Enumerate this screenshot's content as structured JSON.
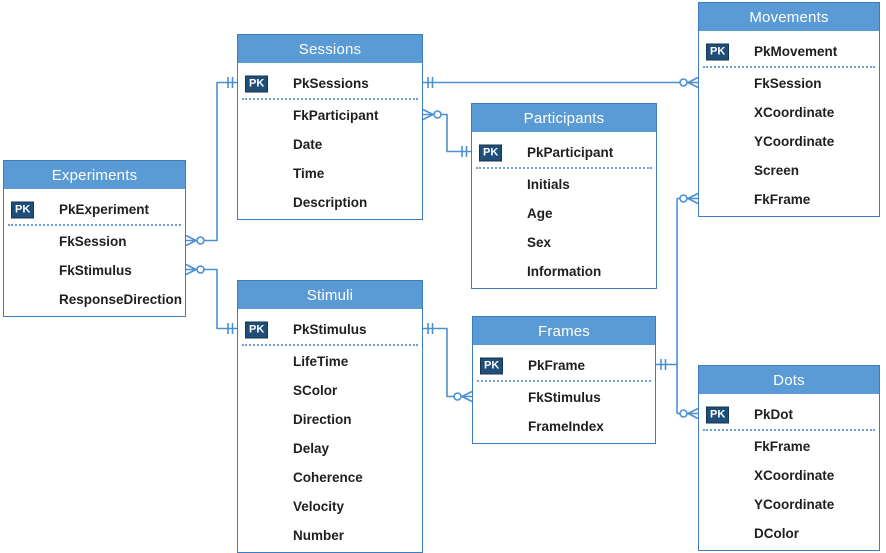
{
  "pk_badge_label": "PK",
  "colors": {
    "header": "#5B9BD5",
    "border": "#3E7CBE",
    "line": "#4A90D5",
    "pk_badge": "#1F4E79",
    "separator": "#6FA0D6",
    "field_text": "#1f1f1f"
  },
  "tables": {
    "experiments": {
      "title": "Experiments",
      "fields": [
        {
          "label": "PkExperiment",
          "pk": true
        },
        {
          "label": "FkSession"
        },
        {
          "label": "FkStimulus"
        },
        {
          "label": "ResponseDirection"
        }
      ]
    },
    "sessions": {
      "title": "Sessions",
      "fields": [
        {
          "label": "PkSessions",
          "pk": true
        },
        {
          "label": "FkParticipant"
        },
        {
          "label": "Date"
        },
        {
          "label": "Time"
        },
        {
          "label": "Description"
        }
      ]
    },
    "participants": {
      "title": "Participants",
      "fields": [
        {
          "label": "PkParticipant",
          "pk": true
        },
        {
          "label": "Initials"
        },
        {
          "label": "Age"
        },
        {
          "label": "Sex"
        },
        {
          "label": "Information"
        }
      ]
    },
    "movements": {
      "title": "Movements",
      "fields": [
        {
          "label": "PkMovement",
          "pk": true
        },
        {
          "label": "FkSession"
        },
        {
          "label": "XCoordinate"
        },
        {
          "label": "YCoordinate"
        },
        {
          "label": "Screen"
        },
        {
          "label": "FkFrame"
        }
      ]
    },
    "stimuli": {
      "title": "Stimuli",
      "fields": [
        {
          "label": "PkStimulus",
          "pk": true
        },
        {
          "label": "LifeTime"
        },
        {
          "label": "SColor"
        },
        {
          "label": "Direction"
        },
        {
          "label": "Delay"
        },
        {
          "label": "Coherence"
        },
        {
          "label": "Velocity"
        },
        {
          "label": "Number"
        }
      ]
    },
    "frames": {
      "title": "Frames",
      "fields": [
        {
          "label": "PkFrame",
          "pk": true
        },
        {
          "label": "FkStimulus"
        },
        {
          "label": "FrameIndex"
        }
      ]
    },
    "dots": {
      "title": "Dots",
      "fields": [
        {
          "label": "PkDot",
          "pk": true
        },
        {
          "label": "FkFrame"
        },
        {
          "label": "XCoordinate"
        },
        {
          "label": "YCoordinate"
        },
        {
          "label": "DColor"
        }
      ]
    }
  },
  "relationships": [
    {
      "many_end": "Experiments.FkSession",
      "one_end": "Sessions.PkSessions"
    },
    {
      "many_end": "Experiments.FkStimulus",
      "one_end": "Stimuli.PkStimulus"
    },
    {
      "many_end": "Movements.FkSession",
      "one_end": "Sessions.PkSessions"
    },
    {
      "many_end": "Sessions.FkParticipant",
      "one_end": "Participants.PkParticipant"
    },
    {
      "many_end": "Frames.FkStimulus",
      "one_end": "Stimuli.PkStimulus"
    },
    {
      "many_end": "Movements.FkFrame",
      "one_end": "Frames.PkFrame"
    },
    {
      "many_end": "Dots.PkDot",
      "one_end": "Frames.PkFrame"
    }
  ]
}
